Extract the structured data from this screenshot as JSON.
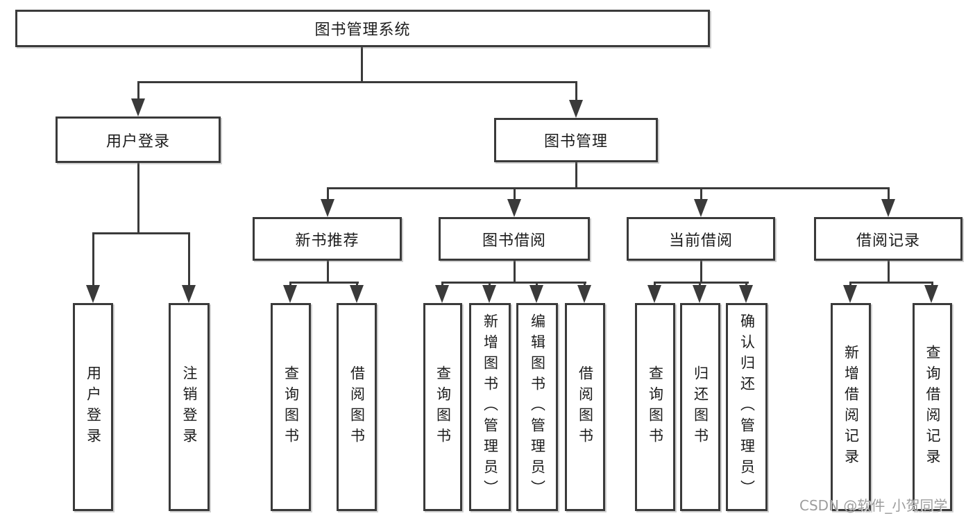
{
  "diagram": {
    "type": "tree",
    "root": "图书管理系统",
    "level2": [
      "用户登录",
      "图书管理"
    ],
    "level3": [
      "新书推荐",
      "图书借阅",
      "当前借阅",
      "借阅记录"
    ],
    "leaves": [
      "用户登录",
      "注销登录",
      "查询图书",
      "借阅图书",
      "查询图书",
      "新增图书（管理员）",
      "编辑图书（管理员）",
      "借阅图书",
      "查询图书",
      "归还图书",
      "确认归还（管理员）",
      "新增借阅记录",
      "查询借阅记录"
    ],
    "hierarchy": {
      "图书管理系统": [
        "用户登录",
        "图书管理"
      ],
      "用户登录": [
        "用户登录",
        "注销登录"
      ],
      "图书管理": [
        "新书推荐",
        "图书借阅",
        "当前借阅",
        "借阅记录"
      ],
      "新书推荐": [
        "查询图书",
        "借阅图书"
      ],
      "图书借阅": [
        "查询图书",
        "新增图书（管理员）",
        "编辑图书（管理员）",
        "借阅图书"
      ],
      "当前借阅": [
        "查询图书",
        "归还图书",
        "确认归还（管理员）"
      ],
      "借阅记录": [
        "新增借阅记录",
        "查询借阅记录"
      ]
    },
    "colors": {
      "line": "#3a3a3a",
      "box_border": "#3a3a3a",
      "box_fill": "#ffffff",
      "text": "#1c1c1c",
      "background": "#ffffff",
      "watermark": "#9d9d9d"
    }
  },
  "watermark": "CSDN @软件_小贺同学"
}
